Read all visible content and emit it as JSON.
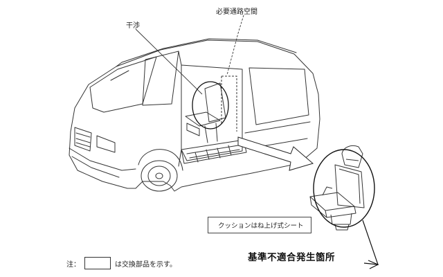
{
  "labels": {
    "passage": "必要通路空間",
    "interference": "干渉",
    "cushion": "クッションはね上げ式シート",
    "defect": "基準不適合発生箇所"
  },
  "note": {
    "prefix": "注：",
    "suffix": "は交換部品を示す。"
  }
}
